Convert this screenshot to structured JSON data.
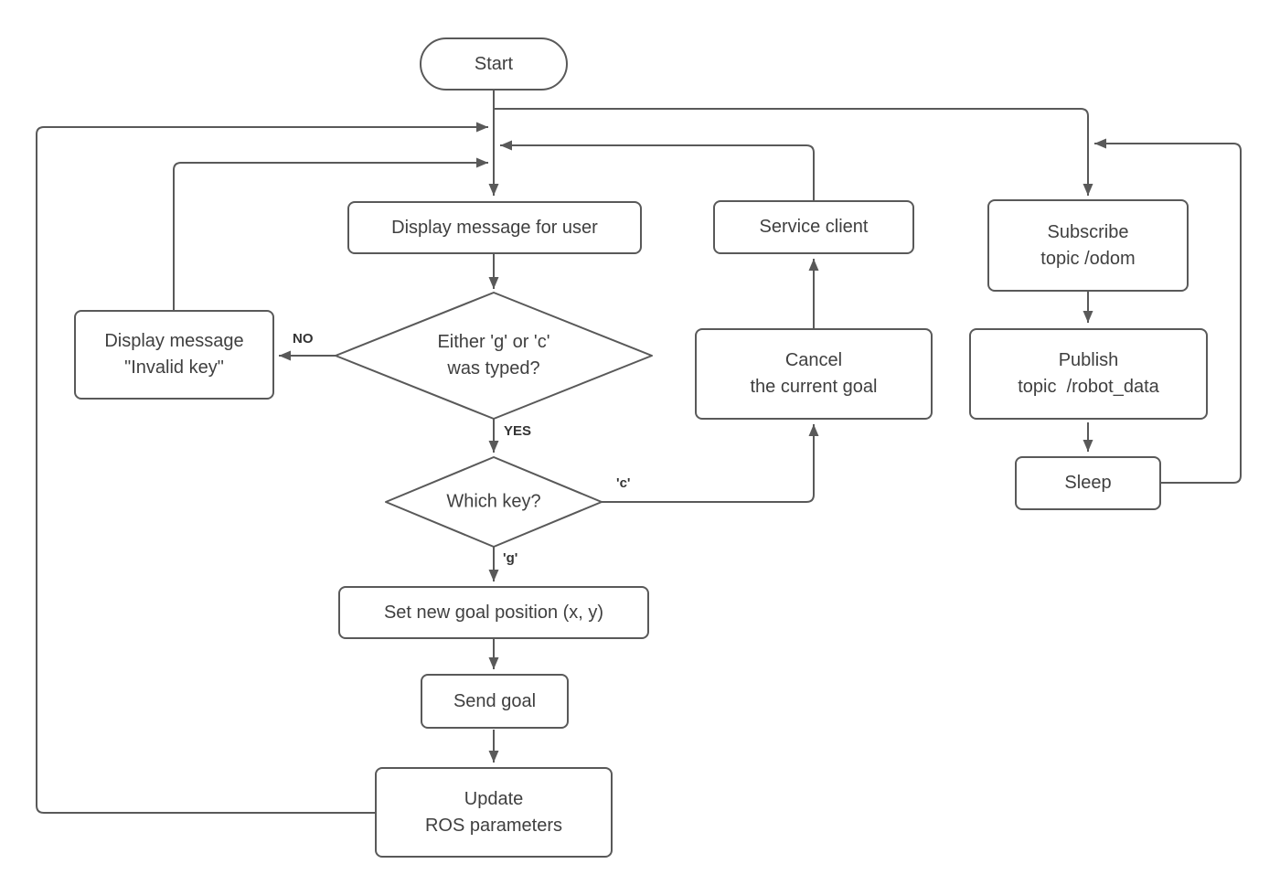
{
  "diagram": {
    "background": "#ffffff",
    "stroke_color": "#595959",
    "text_color": "#3f3f3f",
    "nodes": {
      "start": {
        "label": "Start",
        "shape": "terminal"
      },
      "display_message": {
        "label": "Display message for user",
        "shape": "process"
      },
      "key_typed_decision": {
        "label": "Either 'g' or 'c'\nwas typed?",
        "shape": "decision"
      },
      "invalid_key": {
        "label": "Display message\n\"Invalid key\"",
        "shape": "process"
      },
      "which_key_decision": {
        "label": "Which key?",
        "shape": "decision"
      },
      "set_goal": {
        "label": "Set new goal position (x, y)",
        "shape": "process"
      },
      "send_goal": {
        "label": "Send goal",
        "shape": "process"
      },
      "update_params": {
        "label": "Update\nROS parameters",
        "shape": "process"
      },
      "service_client": {
        "label": "Service client",
        "shape": "process"
      },
      "cancel_goal": {
        "label": "Cancel\nthe current goal",
        "shape": "process"
      },
      "subscribe_odom": {
        "label": "Subscribe\ntopic /odom",
        "shape": "process"
      },
      "publish_robot_data": {
        "label": "Publish\ntopic  /robot_data",
        "shape": "process"
      },
      "sleep": {
        "label": "Sleep",
        "shape": "process"
      }
    },
    "edge_labels": {
      "no": "NO",
      "yes": "YES",
      "key_c": "'c'",
      "key_g": "'g'"
    },
    "edges": [
      {
        "from": "start",
        "to": "display_message",
        "label": ""
      },
      {
        "from": "start",
        "to": "subscribe_odom",
        "label": ""
      },
      {
        "from": "display_message",
        "to": "key_typed_decision",
        "label": ""
      },
      {
        "from": "key_typed_decision",
        "to": "invalid_key",
        "label": "NO"
      },
      {
        "from": "invalid_key",
        "to": "display_message",
        "label": ""
      },
      {
        "from": "key_typed_decision",
        "to": "which_key_decision",
        "label": "YES"
      },
      {
        "from": "which_key_decision",
        "to": "cancel_goal",
        "label": "'c'"
      },
      {
        "from": "which_key_decision",
        "to": "set_goal",
        "label": "'g'"
      },
      {
        "from": "set_goal",
        "to": "send_goal",
        "label": ""
      },
      {
        "from": "send_goal",
        "to": "update_params",
        "label": ""
      },
      {
        "from": "update_params",
        "to": "display_message",
        "label": ""
      },
      {
        "from": "cancel_goal",
        "to": "service_client",
        "label": ""
      },
      {
        "from": "service_client",
        "to": "display_message",
        "label": ""
      },
      {
        "from": "subscribe_odom",
        "to": "publish_robot_data",
        "label": ""
      },
      {
        "from": "publish_robot_data",
        "to": "sleep",
        "label": ""
      },
      {
        "from": "sleep",
        "to": "subscribe_odom",
        "label": ""
      }
    ]
  }
}
